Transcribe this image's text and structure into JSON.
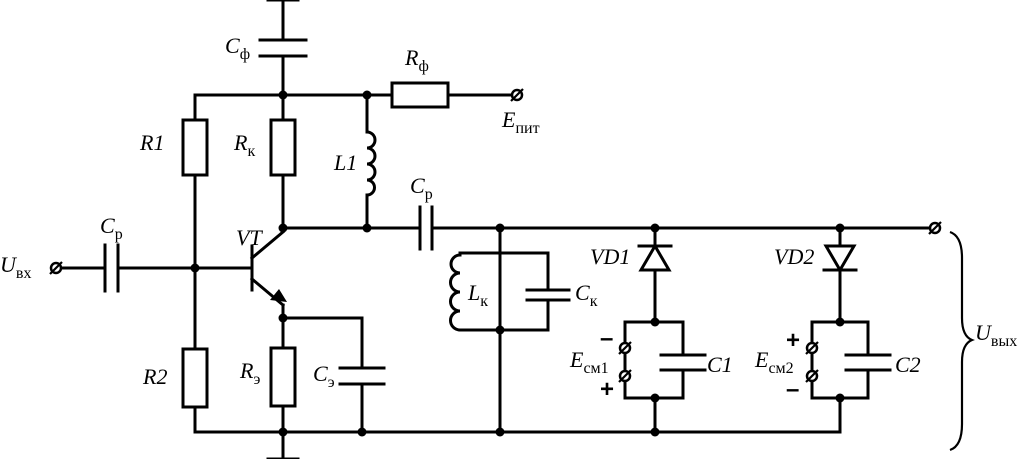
{
  "labels": {
    "c_filter": {
      "main": "C",
      "sub": "ф"
    },
    "r_filter": {
      "main": "R",
      "sub": "ф"
    },
    "e_supply": {
      "main": "E",
      "sub": "пит"
    },
    "r1": {
      "main": "R1"
    },
    "r_collector": {
      "main": "R",
      "sub": "к"
    },
    "l1": {
      "main": "L1"
    },
    "c_coupling_out": {
      "main": "C",
      "sub": "р"
    },
    "c_coupling_in": {
      "main": "C",
      "sub": "р"
    },
    "u_in": {
      "main": "U",
      "sub": "вх"
    },
    "transistor": {
      "main": "VT"
    },
    "l_tank": {
      "main": "L",
      "sub": "к"
    },
    "c_tank": {
      "main": "C",
      "sub": "к"
    },
    "vd1": {
      "main": "VD1"
    },
    "vd2": {
      "main": "VD2"
    },
    "r2": {
      "main": "R2"
    },
    "r_emitter": {
      "main": "R",
      "sub": "э"
    },
    "c_emitter": {
      "main": "C",
      "sub": "э"
    },
    "e_bias1": {
      "main": "E",
      "sub": "см1"
    },
    "e_bias2": {
      "main": "E",
      "sub": "см2"
    },
    "c1": {
      "main": "C1"
    },
    "c2": {
      "main": "C2"
    },
    "u_out": {
      "main": "U",
      "sub": "вых"
    }
  },
  "polarity": {
    "plus": "+",
    "minus": "–"
  }
}
